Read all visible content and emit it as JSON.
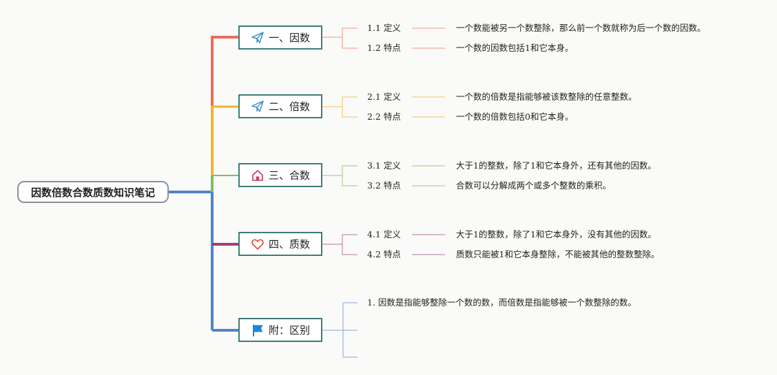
{
  "root": {
    "label": "因数倍数合数质数知识笔记"
  },
  "topics": [
    {
      "label": "一、因数",
      "icon": "paper-plane-icon",
      "color": "#f06b5a",
      "items": [
        {
          "label": "1.1 定义",
          "desc": "一个数能被另一个数整除，那么前一个数就称为后一个数的因数。"
        },
        {
          "label": "1.2 特点",
          "desc": "一个数的因数包括1和它本身。"
        }
      ]
    },
    {
      "label": "二、倍数",
      "icon": "paper-plane-icon",
      "color": "#f5b230",
      "items": [
        {
          "label": "2.1 定义",
          "desc": "一个数的倍数是指能够被该数整除的任意整数。"
        },
        {
          "label": "2.2 特点",
          "desc": "一个数的倍数包括0和它本身。"
        }
      ]
    },
    {
      "label": "三、合数",
      "icon": "home-icon",
      "color": "#7cc05e",
      "items": [
        {
          "label": "3.1 定义",
          "desc": "大于1的整数，除了1和它本身外，还有其他的因数。"
        },
        {
          "label": "3.2 特点",
          "desc": "合数可以分解成两个或多个整数的乘积。"
        }
      ]
    },
    {
      "label": "四、质数",
      "icon": "heart-icon",
      "color": "#9c3e7c",
      "items": [
        {
          "label": "4.1 定义",
          "desc": "大于1的整数，除了1和它本身外，没有其他的因数。"
        },
        {
          "label": "4.2 特点",
          "desc": "质数只能被1和它本身整除，不能被其他的整数整除。"
        }
      ]
    },
    {
      "label": "附：区别",
      "icon": "flag-icon",
      "color": "#4f86c6",
      "items": [
        {
          "label": "1. 因数是指能够整除一个数的数，而倍数是指能够被一个数整除的数。"
        }
      ]
    }
  ]
}
